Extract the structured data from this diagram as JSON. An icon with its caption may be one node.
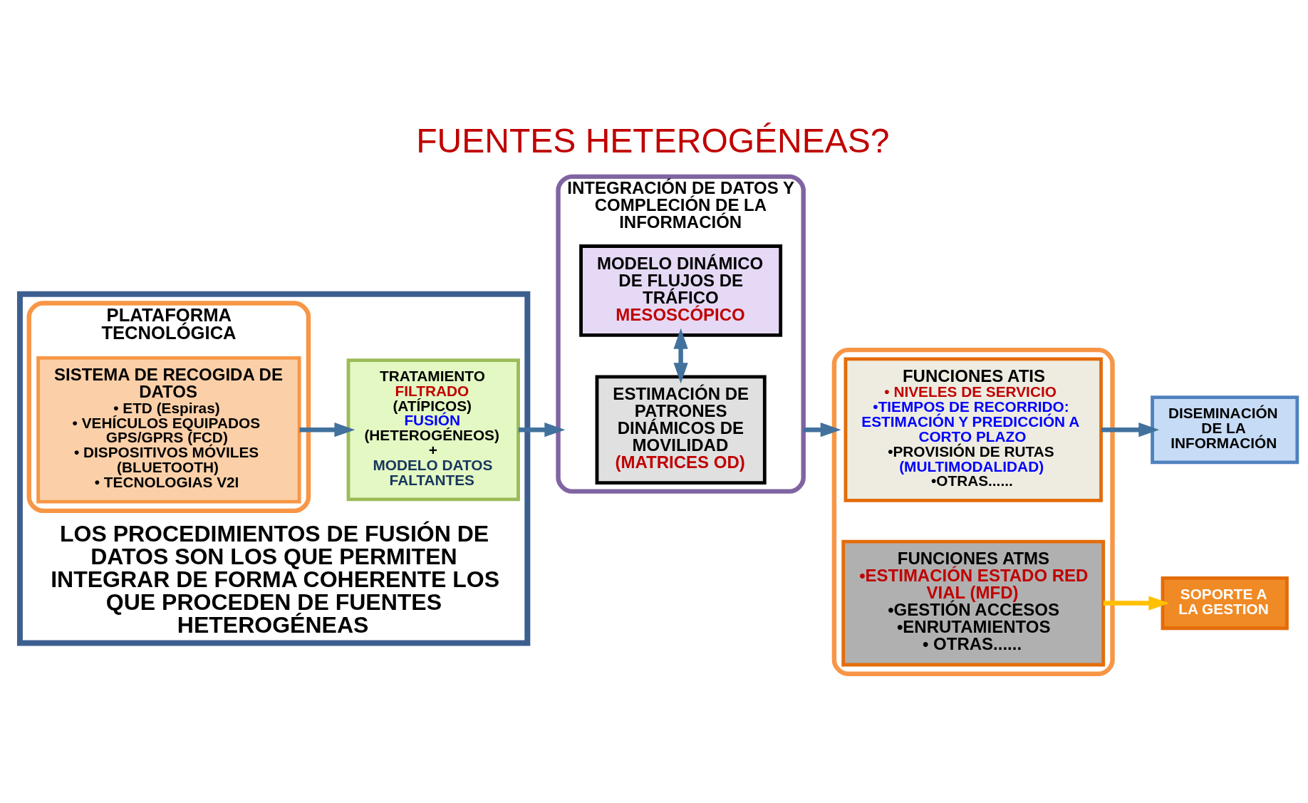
{
  "diagram": {
    "title": "FUENTES HETEROGÉNEAS?",
    "nodes": [
      {
        "text": [
          "LOS PROCEDIMIENTOS DE FUSIÓN DE DATOS SON LOS QUE PERMITEN INTEGRAR DE FORMA COHERENTE LOS QUE PROCEDEN DE FUENTES HETEROGÉNEAS"
        ]
      },
      {
        "text": [
          "PLATAFORMA TECNOLÓGICA"
        ],
        "in": 0
      },
      {
        "text": [
          "SISTEMA DE RECOGIDA DE DATOS",
          "• ETD (Espiras)",
          "• VEHÍCULOS EQUIPADOS GPS/GPRS (FCD)",
          "• DISPOSITIVOS MÓVILES (BLUETOOTH)",
          "• TECNOLOGIAS V2I"
        ],
        "in": 1
      },
      {
        "text": [
          "TRATAMIENTO",
          "FILTRADO",
          "(ATÍPICOS)",
          "FUSIÓN",
          "(HETEROGÉNEOS)",
          "+",
          "MODELO DATOS FALTANTES"
        ],
        "in": 0
      },
      {
        "text": [
          "INTEGRACIÓN DE DATOS Y COMPLECIÓN DE LA INFORMACIÓN"
        ]
      },
      {
        "text": [
          "ESTIMACIÓN DE PATRONES DINÁMICOS DE MOVILIDAD",
          "(MATRICES OD)"
        ],
        "in": 4
      },
      {
        "text": [
          "MODELO DINÁMICO DE FLUJOS DE TRÁFICO",
          "MESOSCÓPICO"
        ],
        "in": 4
      },
      {
        "text": [],
        "shape": "box"
      },
      {
        "text": [
          "FUNCIONES ATIS",
          "• NIVELES DE SERVICIO",
          "•TIEMPOS DE RECORRIDO: ESTIMACIÓN Y PREDICCIÓN A CORTO PLAZO",
          "•PROVISIÓN DE RUTAS",
          "(MULTIMODALIDAD)",
          "•OTRAS......"
        ],
        "in": 7
      },
      {
        "text": [
          "FUNCIONES ATMS",
          "•ESTIMACIÓN ESTADO RED VIAL (MFD)",
          "•GESTIÓN ACCESOS",
          "•ENRUTAMIENTOS",
          "• OTRAS......"
        ],
        "in": 7
      },
      {
        "text": [
          "DISEMINACIÓN DE LA INFORMACIÓN"
        ]
      },
      {
        "text": [
          "SOPORTE A LA GESTION"
        ]
      }
    ],
    "edges": [
      {
        "from": 2,
        "to": 3,
        "arrow": "to"
      },
      {
        "from": 3,
        "to": 4,
        "arrow": "to"
      },
      {
        "from": 5,
        "to": 6,
        "arrow": "both"
      },
      {
        "from": 4,
        "to": 7,
        "arrow": "to"
      },
      {
        "from": 8,
        "to": 10,
        "arrow": "to"
      },
      {
        "from": 9,
        "to": 11,
        "arrow": "to",
        "color": "#ffc000"
      }
    ]
  }
}
